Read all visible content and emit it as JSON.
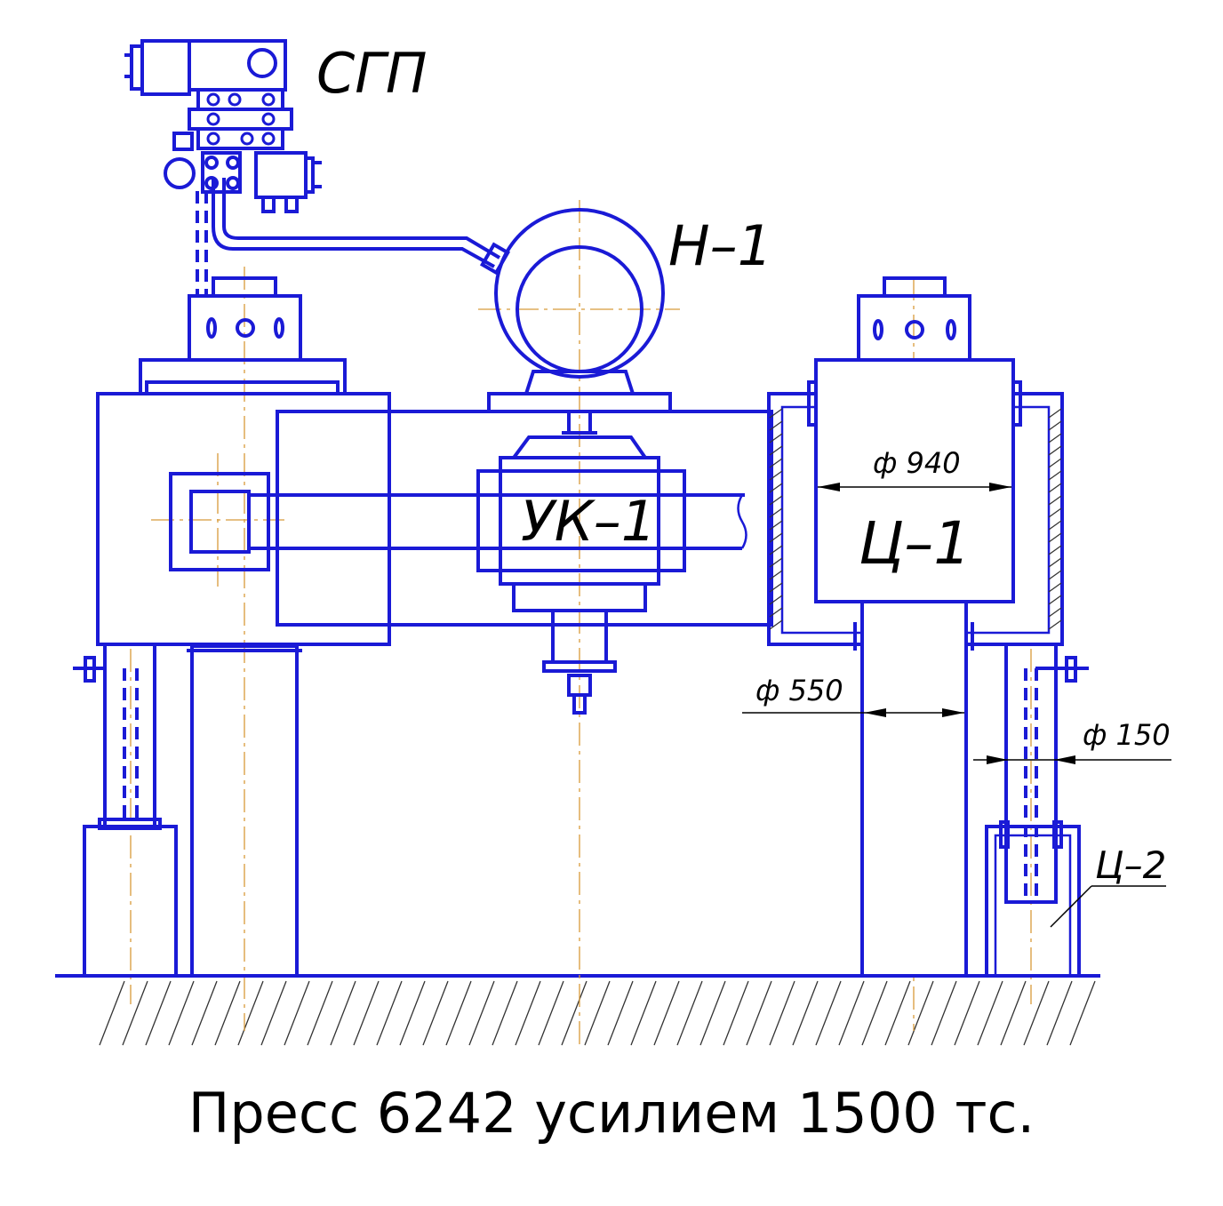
{
  "labels": {
    "sgp": "СГП",
    "n1": "Н–1",
    "uk1": "УК–1",
    "ts1": "Ц–1",
    "ts2": "Ц–2"
  },
  "dimensions": {
    "d940": "ф 940",
    "d550": "ф 550",
    "d150": "ф 150"
  },
  "caption": "Пресс 6242 усилием 1500 тс.",
  "colors": {
    "outline": "#1a1ad6",
    "centerline": "#d89a3a",
    "text": "#000000"
  }
}
